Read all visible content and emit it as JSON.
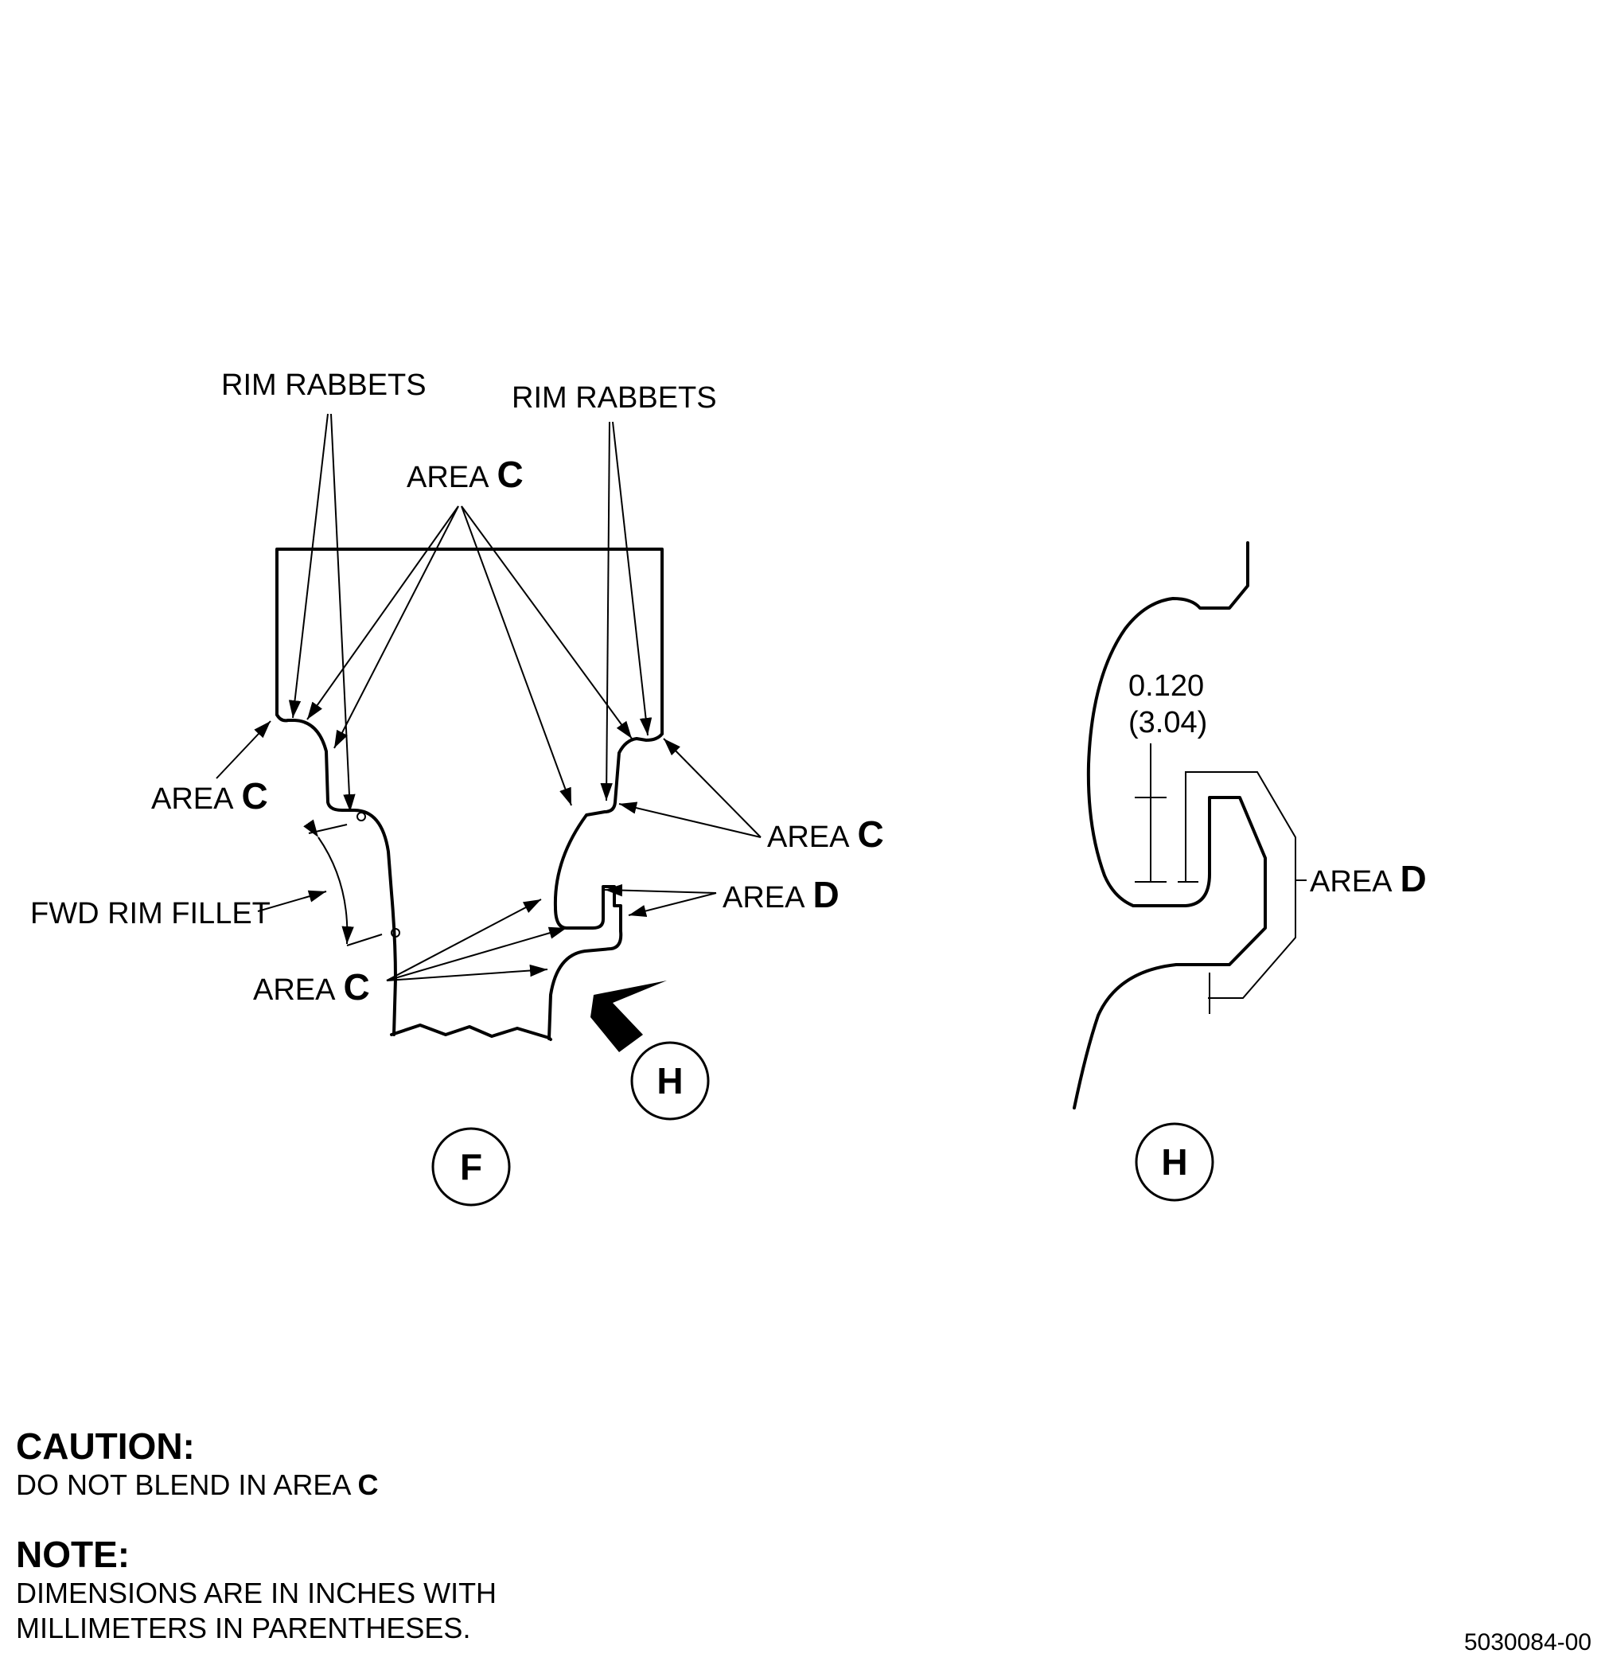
{
  "labels": {
    "rim_rabbets_left": "RIM RABBETS",
    "rim_rabbets_right": "RIM RABBETS",
    "area_word": "AREA",
    "area_c_letter": "C",
    "area_d_letter": "D",
    "fwd_rim_fillet": "FWD RIM FILLET"
  },
  "views": {
    "view_f": "F",
    "view_h": "H",
    "arrow_h": "H"
  },
  "dimension": {
    "inches": "0.120",
    "millimeters": "(3.04)"
  },
  "caution": {
    "heading": "CAUTION:",
    "text": "DO NOT BLEND IN AREA",
    "area_letter": "C"
  },
  "note": {
    "heading": "NOTE:",
    "line1": "DIMENSIONS ARE IN INCHES WITH",
    "line2": "MILLIMETERS IN PARENTHESES."
  },
  "figure_number": "5030084-00"
}
